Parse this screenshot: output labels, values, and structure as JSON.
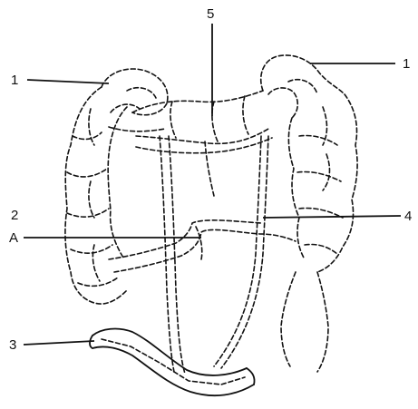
{
  "labels": {
    "l5": "5",
    "l1_left": "1",
    "l1_right": "1",
    "l2": "2",
    "lA": "A",
    "l4": "4",
    "l3": "3"
  }
}
